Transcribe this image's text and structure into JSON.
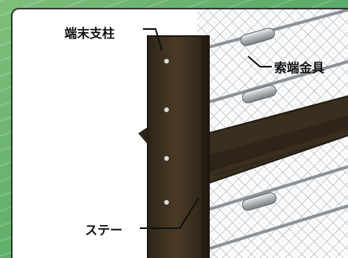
{
  "labels": {
    "end_post": "端末支柱",
    "cable_end_fitting": "索端金具",
    "stay": "ステー"
  },
  "colors": {
    "background_green": "#5fae6a",
    "panel_white": "#ffffff",
    "post_brown": "#3b2f1f",
    "steel": "#b9bcc0"
  }
}
